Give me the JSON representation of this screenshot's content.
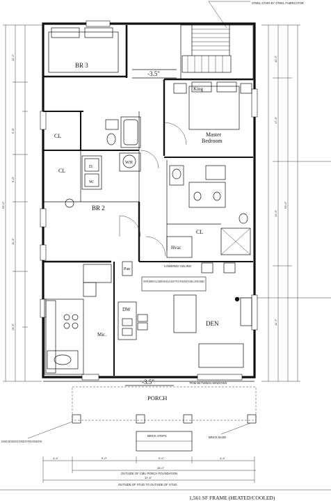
{
  "rooms": {
    "br3": "BR 3",
    "king": "King",
    "master_line1": "Master",
    "master_line2": "Bedroom",
    "cl1": "CL",
    "cl2": "CL",
    "cl3": "CL",
    "wh": "WH",
    "d": "D.",
    "w": "W.",
    "br2": "BR 2",
    "hvac": "Hvac",
    "den": "DEN",
    "dw": "DW",
    "mic": "Mic.",
    "porch": "PORCH",
    "pan": "Pan"
  },
  "markers": {
    "step_upper": "-3.5\"",
    "step_lower": "-3.5\""
  },
  "notes": {
    "stair_note": "STEEL STAIR BY STEEL FABRICATOR",
    "fire_note": "FOR FIRE BARRIER IN ALL COMMON AREA WALLS USE 5/8\" TYPE X GYPSUM ON BOTH SIDES UL RATED ASSEMBLY",
    "lowered_ceiling": "LOWERED CEILING",
    "dashed_line_note": "DASHED LINE INDICATES OUTSIDE OF PORCH FOUNDATION",
    "brick_steps": "BRICK STEPS",
    "brick_base": "BRICK BASE",
    "window_note": "TRIM BETWEEN WINDOWS",
    "outside_porch": "OUTSIDE OF CMU PORCH FOUNDATION",
    "outside_stud": "OUTSIDE OF STUD TO OUTSIDE OF STUD"
  },
  "dims": {
    "left_total": "53'-0\"",
    "right_total": "53'-0\"",
    "left_a": "12'-2\"",
    "left_b": "5'-8\"",
    "left_c": "6'-0\"",
    "left_d": "11'-3\"",
    "left_e": "14'-5\"",
    "right_a": "10'-2\"",
    "right_b": "17'-6\"",
    "right_c": "13'-9\"",
    "right_d": "11'-7\"",
    "bottom_total": "32'-8\"",
    "bottom_porch": "28'-0\"",
    "bottom_a": "4'-4\"",
    "bottom_b": "9'-0\"",
    "bottom_c": "9'-0\"",
    "bottom_d": "4'-4\""
  },
  "footer": {
    "caption": "1,561 SF FRAME (HEATED/COOLED)"
  }
}
